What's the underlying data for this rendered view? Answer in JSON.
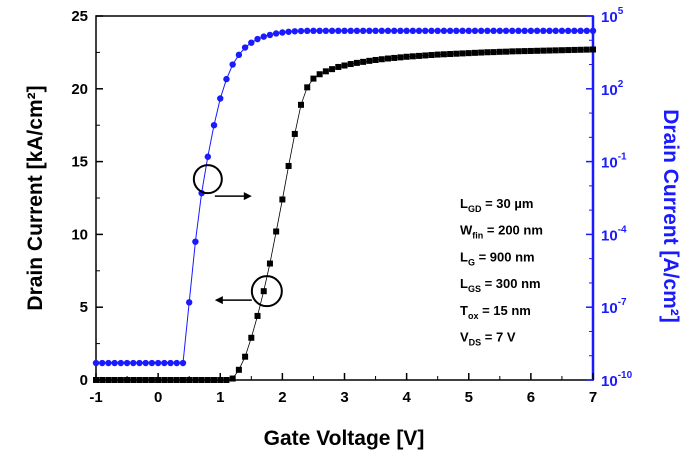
{
  "chart_data": {
    "type": "line",
    "xlabel": "Gate Voltage [V]",
    "ylabel": "Drain Current [kA/cm²]",
    "y2label": "Drain Current [A/cm²]",
    "xlim": [
      -1,
      7
    ],
    "ylim": [
      0,
      25
    ],
    "y2lim_log10": [
      -10,
      5
    ],
    "y2scale": "log",
    "x_ticks": [
      "-1",
      "0",
      "1",
      "2",
      "3",
      "4",
      "5",
      "6",
      "7"
    ],
    "y_ticks": [
      "0",
      "5",
      "10",
      "15",
      "20",
      "25"
    ],
    "y2_ticks": [
      {
        "base": "10",
        "exp": "-10"
      },
      {
        "base": "10",
        "exp": "-7"
      },
      {
        "base": "10",
        "exp": "-4"
      },
      {
        "base": "10",
        "exp": "-1"
      },
      {
        "base": "10",
        "exp": "2"
      },
      {
        "base": "10",
        "exp": "5"
      }
    ],
    "series": [
      {
        "axis": "left",
        "scale": "linear",
        "unit": "kA/cm²",
        "color": "#000000",
        "marker": "square",
        "x": [
          -1.0,
          -0.9,
          -0.8,
          -0.7,
          -0.6,
          -0.5,
          -0.4,
          -0.3,
          -0.2,
          -0.1,
          0.0,
          0.1,
          0.2,
          0.3,
          0.4,
          0.5,
          0.6,
          0.7,
          0.8,
          0.9,
          1.0,
          1.1,
          1.2,
          1.3,
          1.4,
          1.5,
          1.6,
          1.7,
          1.8,
          1.9,
          2.0,
          2.1,
          2.2,
          2.3,
          2.4,
          2.5,
          2.6,
          2.7,
          2.8,
          2.9,
          3.0,
          3.1,
          3.2,
          3.3,
          3.4,
          3.5,
          3.6,
          3.7,
          3.8,
          3.9,
          4.0,
          4.1,
          4.2,
          4.3,
          4.4,
          4.5,
          4.6,
          4.7,
          4.8,
          4.9,
          5.0,
          5.1,
          5.2,
          5.3,
          5.4,
          5.5,
          5.6,
          5.7,
          5.8,
          5.9,
          6.0,
          6.1,
          6.2,
          6.3,
          6.4,
          6.5,
          6.6,
          6.7,
          6.8,
          6.9,
          7.0
        ],
        "y": [
          0,
          0,
          0,
          0,
          0,
          0,
          0,
          0,
          0,
          0,
          0,
          0,
          0,
          0,
          0,
          0,
          0,
          0,
          0,
          0,
          0,
          0,
          0.1,
          0.7,
          1.6,
          2.9,
          4.4,
          6.1,
          8.0,
          10.2,
          12.4,
          14.7,
          16.9,
          18.9,
          20.1,
          20.7,
          21.0,
          21.2,
          21.35,
          21.5,
          21.6,
          21.7,
          21.78,
          21.85,
          21.92,
          21.98,
          22.03,
          22.08,
          22.12,
          22.16,
          22.2,
          22.23,
          22.26,
          22.29,
          22.32,
          22.35,
          22.37,
          22.39,
          22.41,
          22.43,
          22.45,
          22.47,
          22.49,
          22.51,
          22.52,
          22.54,
          22.55,
          22.57,
          22.58,
          22.59,
          22.6,
          22.61,
          22.62,
          22.63,
          22.64,
          22.65,
          22.66,
          22.67,
          22.68,
          22.69,
          22.7
        ]
      },
      {
        "axis": "right",
        "scale": "log",
        "unit": "A/cm²",
        "color": "#1a1aff",
        "marker": "circle",
        "x": [
          -1.0,
          -0.9,
          -0.8,
          -0.7,
          -0.6,
          -0.5,
          -0.4,
          -0.3,
          -0.2,
          -0.1,
          0.0,
          0.1,
          0.2,
          0.3,
          0.4,
          0.5,
          0.6,
          0.7,
          0.8,
          0.9,
          1.0,
          1.1,
          1.2,
          1.3,
          1.4,
          1.5,
          1.6,
          1.7,
          1.8,
          1.9,
          2.0,
          2.1,
          2.2,
          2.3,
          2.4,
          2.5,
          2.6,
          2.7,
          2.8,
          2.9,
          3.0,
          3.1,
          3.2,
          3.3,
          3.4,
          3.5,
          3.6,
          3.7,
          3.8,
          3.9,
          4.0,
          4.1,
          4.2,
          4.3,
          4.4,
          4.5,
          4.6,
          4.7,
          4.8,
          4.9,
          5.0,
          5.1,
          5.2,
          5.3,
          5.4,
          5.5,
          5.6,
          5.7,
          5.8,
          5.9,
          6.0,
          6.1,
          6.2,
          6.3,
          6.4,
          6.5,
          6.6,
          6.7,
          6.8,
          6.9,
          7.0
        ],
        "y_log10": [
          -9.3,
          -9.3,
          -9.3,
          -9.3,
          -9.3,
          -9.3,
          -9.3,
          -9.3,
          -9.3,
          -9.3,
          -9.3,
          -9.3,
          -9.3,
          -9.3,
          -9.3,
          -6.8,
          -4.3,
          -2.3,
          -0.8,
          0.5,
          1.6,
          2.4,
          3.0,
          3.4,
          3.7,
          3.9,
          4.05,
          4.15,
          4.22,
          4.28,
          4.32,
          4.35,
          4.37,
          4.38,
          4.39,
          4.39,
          4.39,
          4.39,
          4.39,
          4.39,
          4.39,
          4.39,
          4.39,
          4.39,
          4.39,
          4.39,
          4.39,
          4.39,
          4.39,
          4.39,
          4.39,
          4.39,
          4.39,
          4.39,
          4.39,
          4.39,
          4.39,
          4.39,
          4.39,
          4.39,
          4.39,
          4.39,
          4.39,
          4.39,
          4.39,
          4.39,
          4.39,
          4.39,
          4.39,
          4.39,
          4.39,
          4.39,
          4.39,
          4.39,
          4.39,
          4.39,
          4.39,
          4.39,
          4.39,
          4.39,
          4.39
        ]
      }
    ],
    "annotations": {
      "blue_marker": {
        "x": 0.8,
        "y_log10": -2.3,
        "arrow": "right"
      },
      "black_marker": {
        "x": 1.75,
        "y": 6.1,
        "arrow": "left"
      },
      "params": [
        {
          "main": "L",
          "sub": "GD",
          "rest": " = 30 µm"
        },
        {
          "main": "W",
          "sub": "fin",
          "rest": " = 200 nm"
        },
        {
          "main": "L",
          "sub": "G",
          "rest": " = 900 nm"
        },
        {
          "main": "L",
          "sub": "GS",
          "rest": " = 300 nm"
        },
        {
          "main": "T",
          "sub": "ox",
          "rest": " = 15 nm"
        },
        {
          "main": "V",
          "sub": "DS",
          "rest": " = 7 V"
        }
      ]
    }
  }
}
